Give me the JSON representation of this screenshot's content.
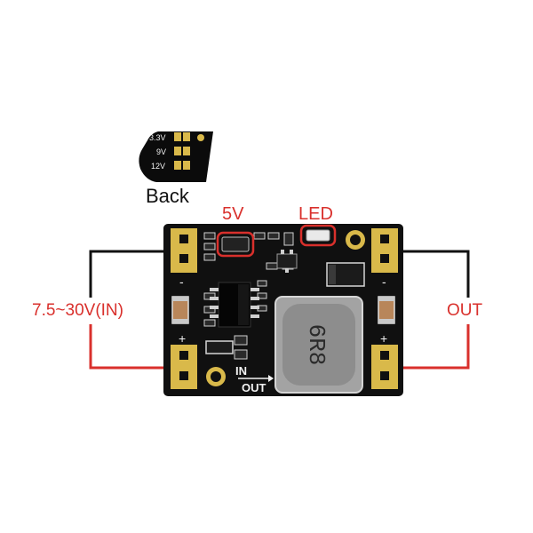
{
  "labels": {
    "back": "Back",
    "v5": "5V",
    "led": "LED",
    "input_range": "7.5~30V(IN)",
    "output": "OUT"
  },
  "back_options": [
    "3.3V",
    "9V",
    "12V"
  ],
  "silkscreen": {
    "in": "IN",
    "out": "OUT",
    "inductor": "6R8",
    "plus_left": "+",
    "plus_right": "+",
    "minus_left": "-",
    "minus_right": "-"
  },
  "colors": {
    "board": "#101010",
    "pad": "#d9b94a",
    "wire_negative": "#111111",
    "wire_positive": "#d9302c",
    "highlight": "#d9302c"
  }
}
